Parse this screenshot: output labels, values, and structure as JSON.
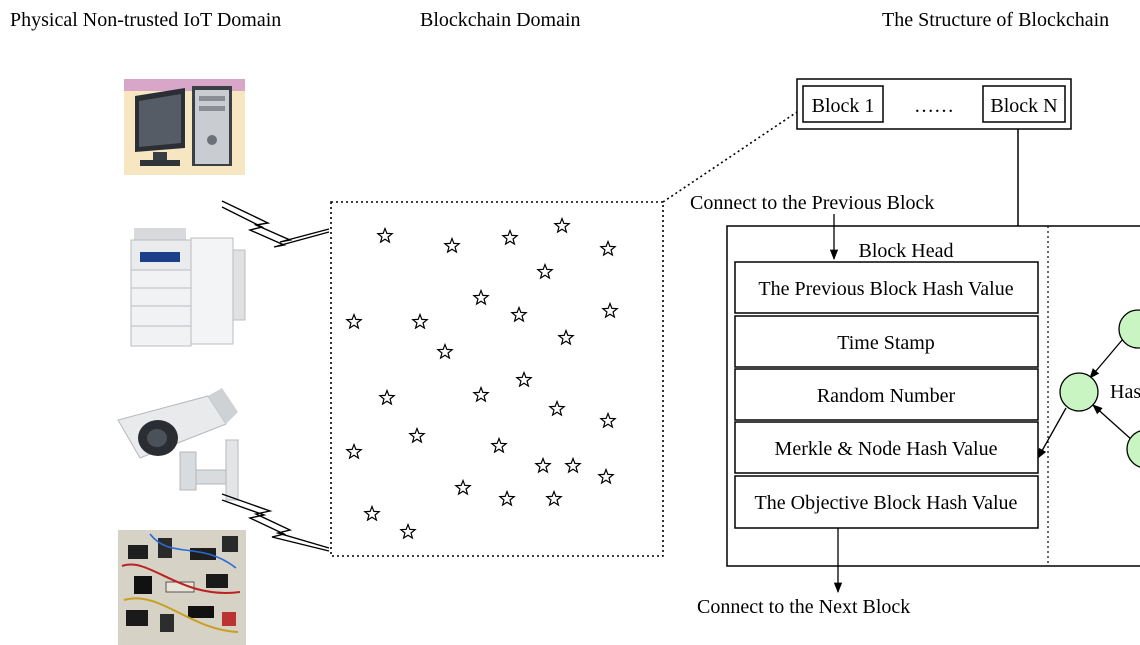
{
  "headings": {
    "iot_domain": "Physical Non-trusted IoT Domain",
    "blockchain_domain": "Blockchain Domain",
    "structure": "The Structure of Blockchain"
  },
  "chain": {
    "block_first": "Block 1",
    "ellipsis": "……",
    "block_last": "Block N"
  },
  "block": {
    "connect_prev": "Connect to the Previous Block",
    "head_label": "Block Head",
    "fields": [
      "The Previous Block Hash Value",
      "Time Stamp",
      "Random Number",
      "Merkle & Node Hash Value",
      "The Objective Block Hash Value"
    ],
    "connect_next": "Connect to the Next Block",
    "hash_partial": "Has"
  },
  "devices": [
    "desktop-computer",
    "multifunction-printer",
    "security-camera",
    "electronic-components"
  ],
  "colors": {
    "node_fill": "#c9f5c2",
    "line": "#000000"
  }
}
